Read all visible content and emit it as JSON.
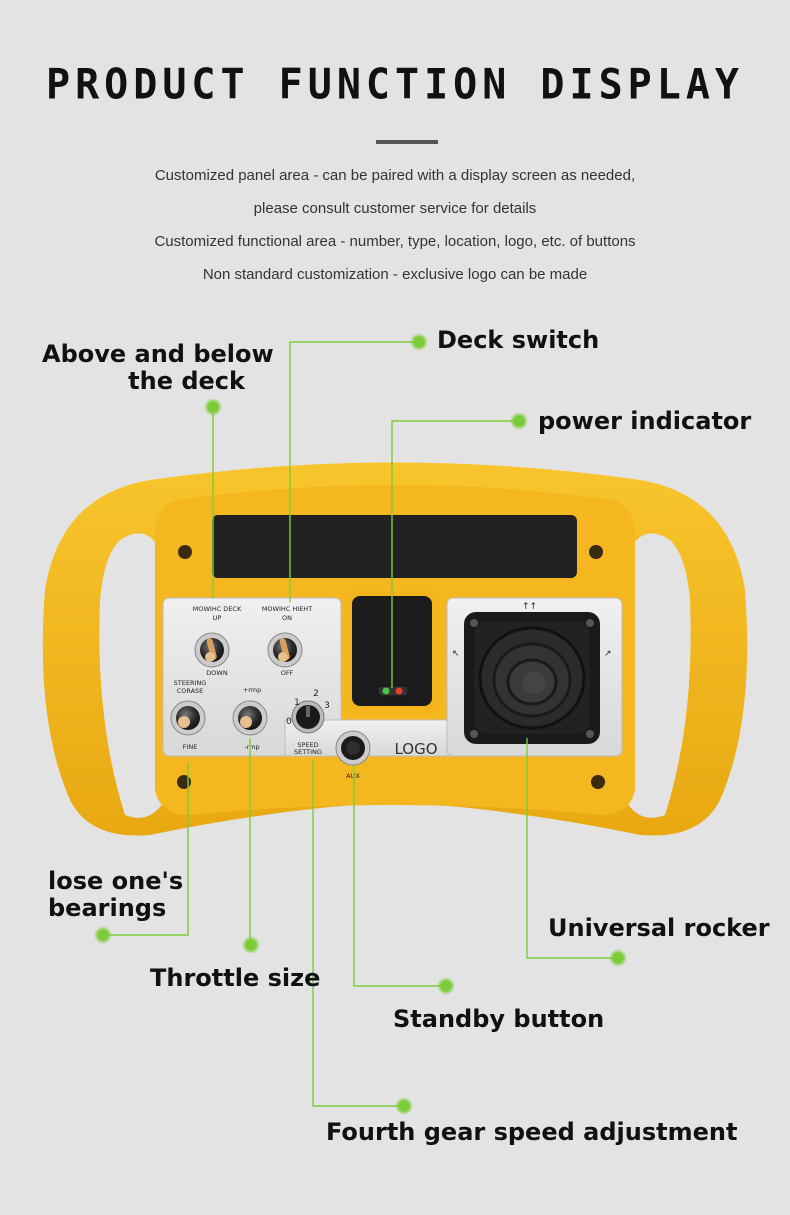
{
  "header": {
    "title": "PRODUCT FUNCTION DISPLAY",
    "lines": [
      "Customized panel area - can be paired with a display screen as needed,",
      "please consult customer service for details",
      "Customized functional area - number, type, location, logo, etc. of buttons",
      "Non standard customization - exclusive logo can be made"
    ]
  },
  "callouts": {
    "above_below_1": "Above and below",
    "above_below_2": "the deck",
    "deck_switch": "Deck switch",
    "power_indicator": "power indicator",
    "lose_bearings_1": "lose one's",
    "lose_bearings_2": "bearings",
    "throttle_size": "Throttle size",
    "universal_rocker": "Universal rocker",
    "standby_button": "Standby button",
    "fourth_gear": "Fourth gear speed adjustment"
  },
  "panel": {
    "deck_label": "MOWIHC DECK",
    "deck_up": "UP",
    "deck_down": "DOWN",
    "height_label": "MOWIHC HIEHT",
    "height_on": "ON",
    "height_off": "OFF",
    "steering_1": "STEERING",
    "steering_2": "CORASE",
    "fine": "FINE",
    "rmp_plus": "+rmp",
    "rmp_minus": "-rmp",
    "speed_1": "SPEED",
    "speed_2": "SETTING",
    "gear_0": "0",
    "gear_1": "1",
    "gear_2": "2",
    "gear_3": "3",
    "logo": "LOGO",
    "aux": "AUX"
  },
  "colors": {
    "background": "#e3e3e3",
    "housing": "#f5b820",
    "housing_dark": "#e0a010",
    "plate": "#e9e9e9",
    "accent_green": "#7ccc3a",
    "led_red": "#e8402a",
    "led_green": "#4cc24a"
  }
}
